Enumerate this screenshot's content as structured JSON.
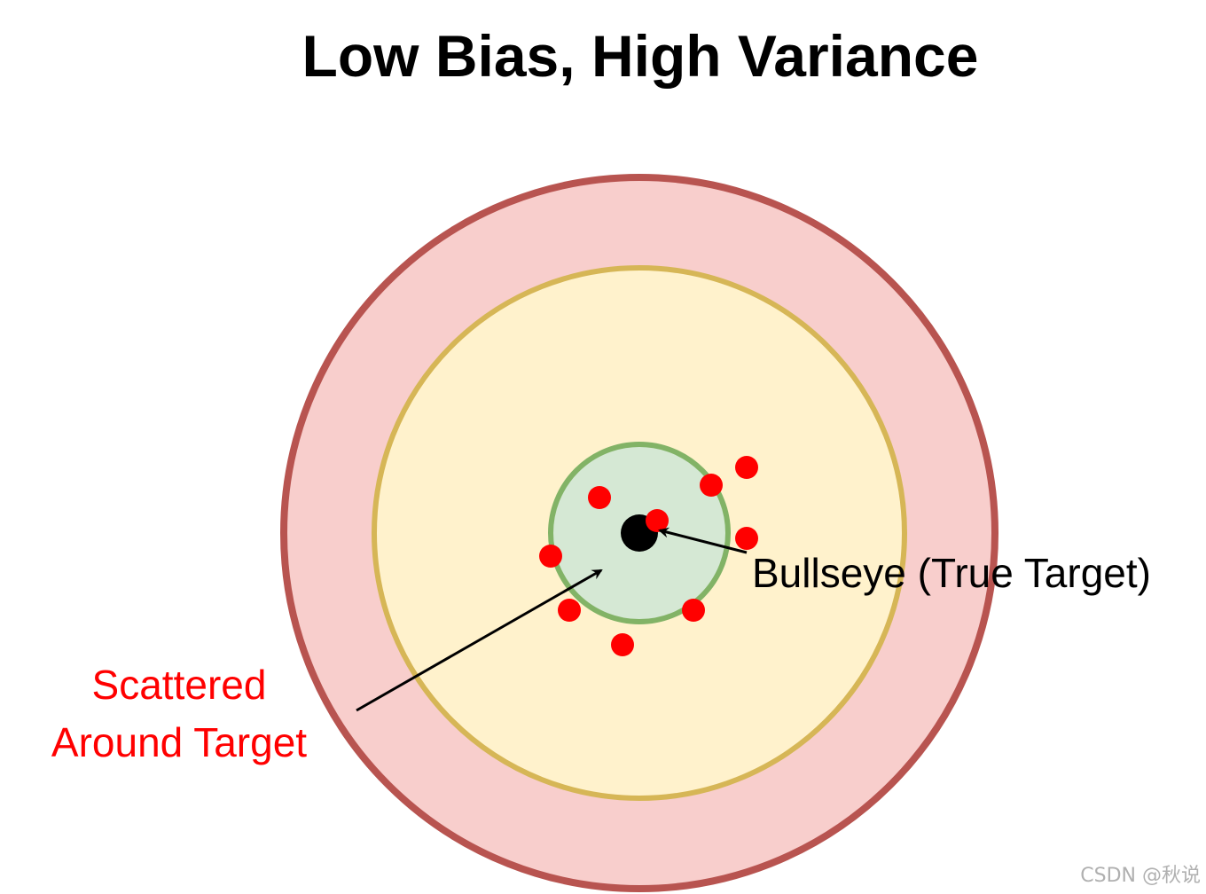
{
  "title": "Low Bias, High Variance",
  "labels": {
    "bullseye": "Bullseye (True Target)",
    "scattered_line1": "Scattered",
    "scattered_line2": "Around Target"
  },
  "watermark": "CSDN @秋说",
  "colors": {
    "outer_ring_fill": "#f8cecc",
    "outer_ring_stroke": "#b85450",
    "middle_ring_fill": "#fff2cc",
    "middle_ring_stroke": "#d6b656",
    "inner_ring_fill": "#d5e8d4",
    "inner_ring_stroke": "#82b366",
    "bullseye": "#000000",
    "shots": "#ff0000",
    "scattered_label": "#ff0000",
    "bullseye_label": "#000000",
    "watermark": "#b0b0b0"
  },
  "shot_count": 9
}
